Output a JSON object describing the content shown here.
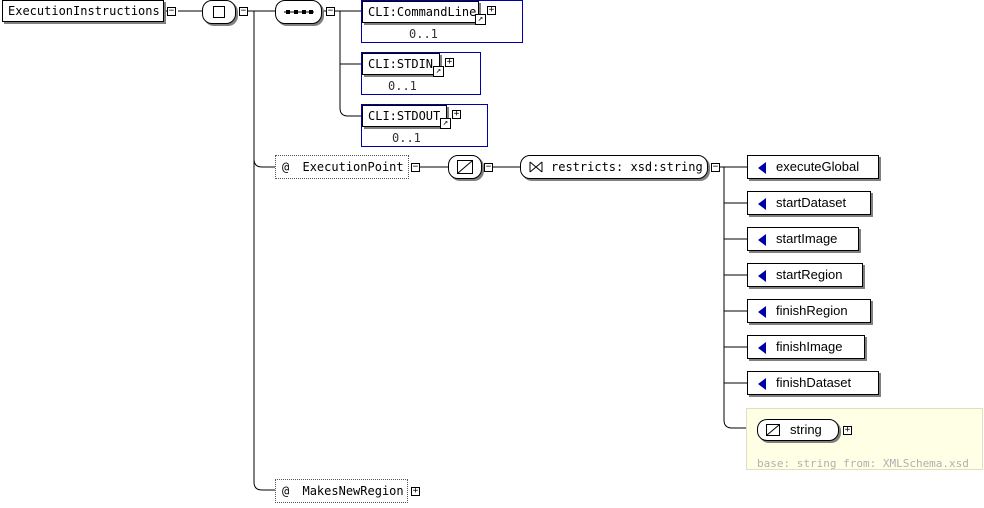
{
  "root": {
    "label": "ExecutionInstructions"
  },
  "refs": [
    {
      "label": "CLI:CommandLine",
      "occurs": "0..1"
    },
    {
      "label": "CLI:STDIN",
      "occurs": "0..1"
    },
    {
      "label": "CLI:STDOUT",
      "occurs": "0..1"
    }
  ],
  "attrs": [
    {
      "label": "ExecutionPoint"
    },
    {
      "label": "MakesNewRegion"
    }
  ],
  "attr_prefix": "@",
  "restriction": {
    "label": "restricts: xsd:string"
  },
  "enums": [
    "executeGlobal",
    "startDataset",
    "startImage",
    "startRegion",
    "finishRegion",
    "finishImage",
    "finishDataset"
  ],
  "simple_type": {
    "label": "string",
    "note": "base: string from: XMLSchema.xsd"
  },
  "toggles": {
    "expand": "+",
    "collapse": "−"
  },
  "colors": {
    "ref_border": "#0000aa",
    "enum_icon": "#0000aa",
    "note_bg": "#ffffe6"
  }
}
